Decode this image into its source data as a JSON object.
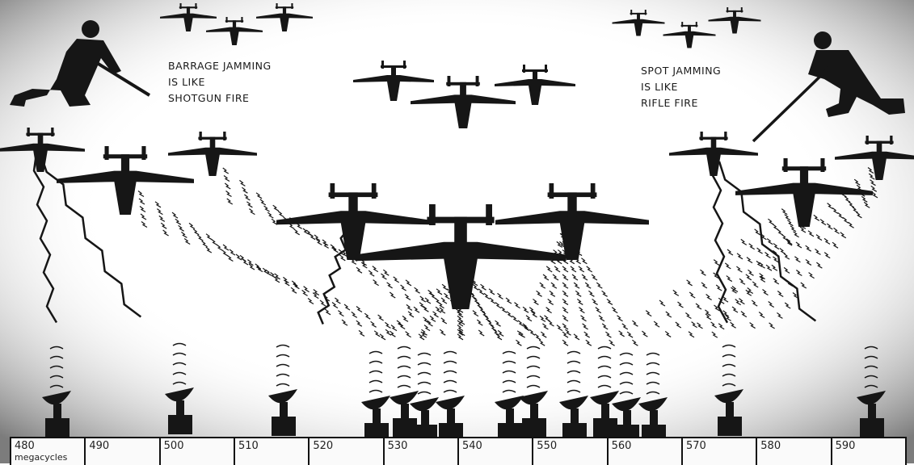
{
  "captions": {
    "barrage": [
      "BARRAGE JAMMING",
      "IS LIKE",
      "SHOTGUN FIRE"
    ],
    "spot": [
      "SPOT JAMMING",
      "IS LIKE",
      "RIFLE FIRE"
    ]
  },
  "scale": {
    "unit": "megacycles",
    "ticks": [
      "480",
      "490",
      "500",
      "510",
      "520",
      "530",
      "540",
      "550",
      "560",
      "570",
      "580",
      "590"
    ]
  },
  "colors": {
    "ink": "#161616",
    "background": "#ffffff",
    "shade": "#9a9a9a"
  }
}
